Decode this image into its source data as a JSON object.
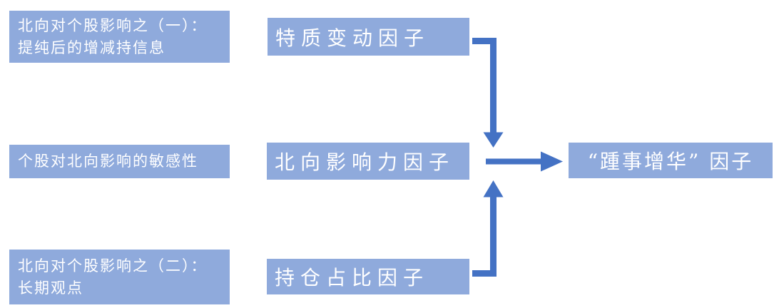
{
  "colors": {
    "background": "#FFFFFF",
    "box_fill": "#8FAADC",
    "box_text": "#FFFFFF",
    "arrow": "#4472C4"
  },
  "diagram": {
    "rows": [
      {
        "input": "北向对个股影响之（一）：\n提纯后的增减持信息",
        "factor": "特质变动因子"
      },
      {
        "input": "个股对北向影响的敏感性",
        "factor": "北向影响力因子"
      },
      {
        "input": "北向对个股影响之（二）：\n长期观点",
        "factor": "持仓占比因子"
      }
    ],
    "output": {
      "label": "“踵事增华” 因子"
    },
    "arrows": [
      {
        "name": "elbow-arrow-down",
        "direction": "down",
        "from": "特质变动因子",
        "to": "北向影响力因子"
      },
      {
        "name": "arrow-right",
        "direction": "right",
        "from": "北向影响力因子",
        "to": "“踵事增华” 因子"
      },
      {
        "name": "elbow-arrow-up",
        "direction": "up",
        "from": "持仓占比因子",
        "to": "北向影响力因子"
      }
    ]
  }
}
